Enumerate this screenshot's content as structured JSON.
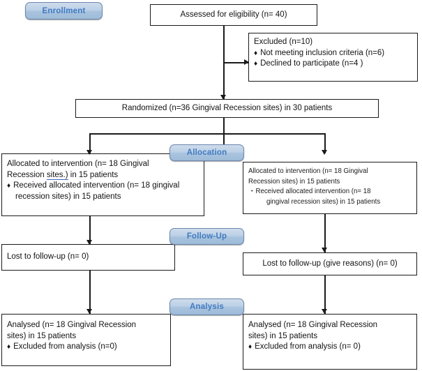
{
  "diagram": {
    "title": "CONSORT participant flow diagram",
    "accent_color": "#417ac0",
    "banner_color": "#a8c3de",
    "line_color": "#1a1a1a"
  },
  "stages": {
    "enrollment": "Enrollment",
    "allocation": "Allocation",
    "followup": "Follow-Up",
    "analysis": "Analysis"
  },
  "boxes": {
    "assessed": {
      "text": "Assessed for eligibility (n= 40)"
    },
    "excluded": {
      "heading": "Excluded (n=10)",
      "items": [
        "Not meeting inclusion criteria (n=6)",
        "Declined to participate (n=4 )"
      ],
      "bullet": "♦"
    },
    "randomized": {
      "text": "Randomized (n=36 Gingival Recession sites) in 30 patients"
    },
    "allocated_left": {
      "line1": "Allocated to intervention (n= 18 Gingival",
      "line2a": "Recession ",
      "line2b": "sites.)",
      "line2c": " in 15 patients",
      "bullet": "♦",
      "bullet_line1": "Received allocated intervention (n=  18 gingival",
      "bullet_line2": "recession sites) in 15 patients"
    },
    "allocated_right": {
      "line1": "Allocated to intervention (n= 18 Gingival",
      "line2": "Recession sites) in 15 patients",
      "bullet": "•",
      "bullet_line1": "Received allocated intervention (n= 18",
      "bullet_line2": "gingival recession sites) in 15 patients"
    },
    "lost_left": {
      "text": "Lost to follow-up (n= 0)"
    },
    "lost_right": {
      "text": "Lost to follow-up (give reasons) (n= 0)"
    },
    "analysed_left": {
      "line1": "Analysed (n= 18 Gingival Recession",
      "line2": "sites) in 15 patients",
      "bullet": "♦",
      "bullet_line1": "Excluded from analysis (n=0)"
    },
    "analysed_right": {
      "line1": "Analysed (n= 18 Gingival Recession",
      "line2": "sites) in 15 patients",
      "bullet": "♦",
      "bullet_line1": "Excluded from analysis (n= 0)"
    }
  }
}
